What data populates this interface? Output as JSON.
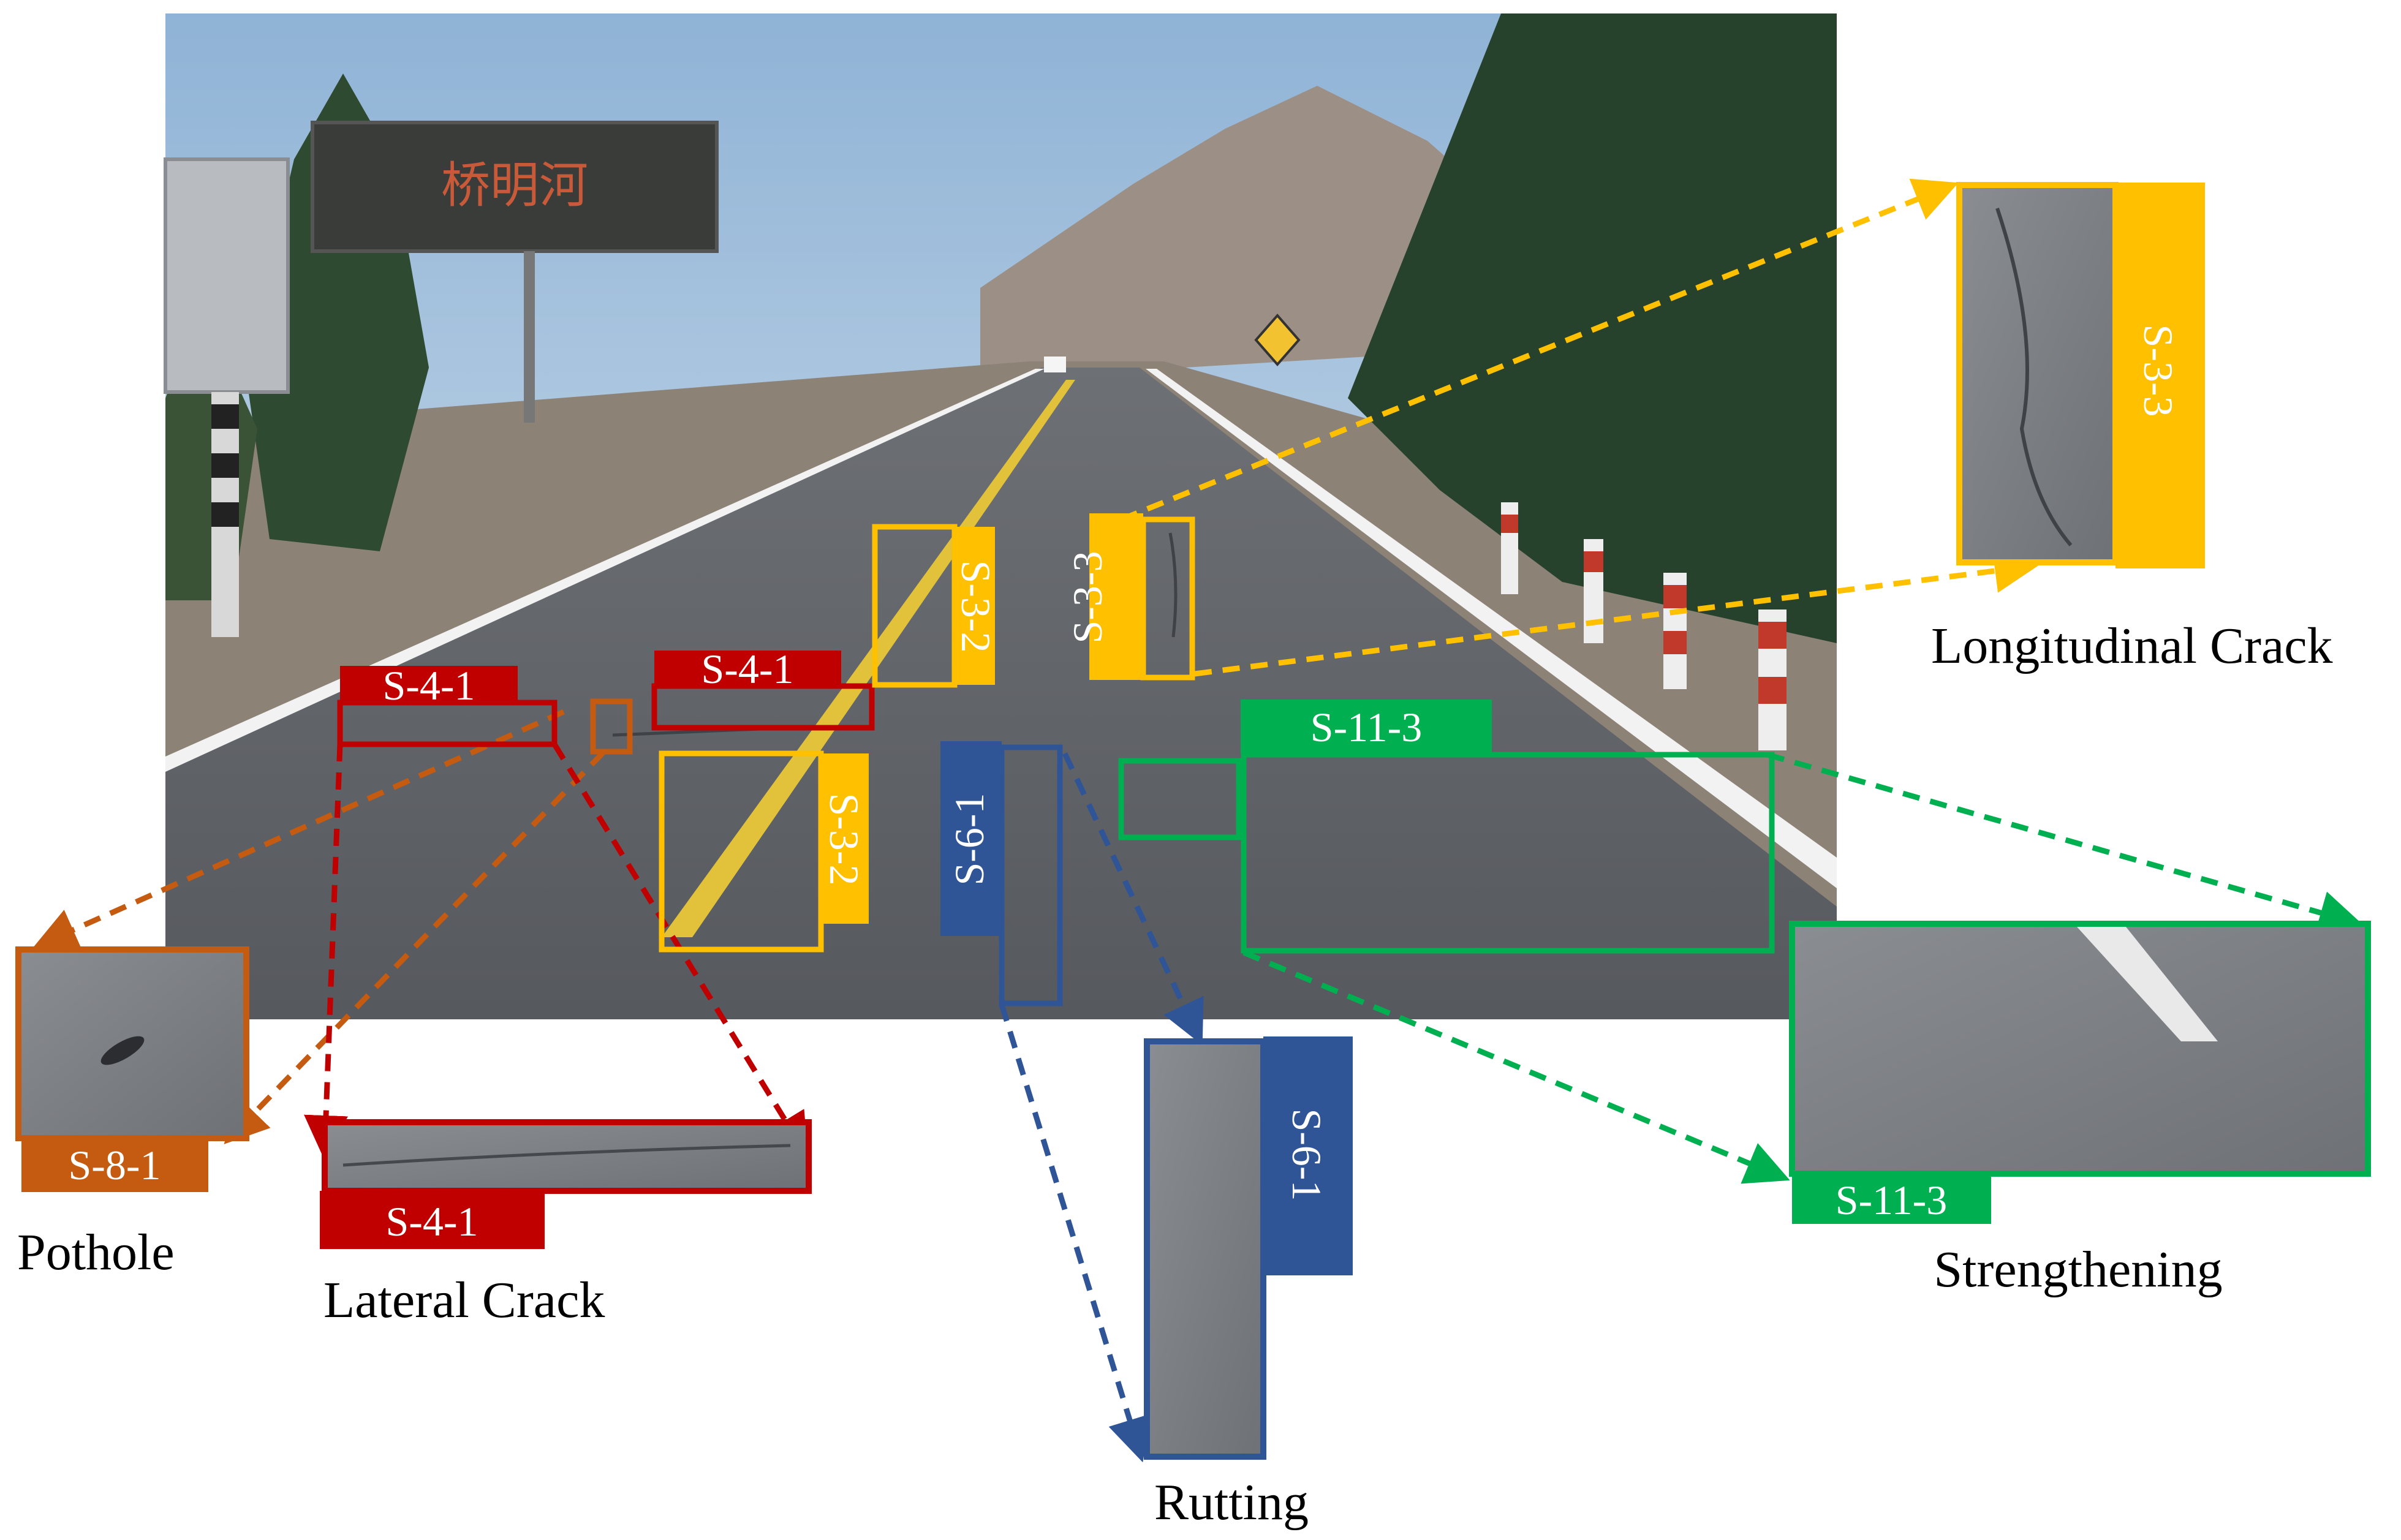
{
  "colors": {
    "orange": "#c55a11",
    "red": "#c00000",
    "yellow": "#ffc000",
    "blue": "#2f5597",
    "green": "#00b050"
  },
  "scene": {
    "billboard_text": "桥明河",
    "description_icon": "road-photo"
  },
  "tags": {
    "pothole": "S-8-1",
    "lateral": "S-4-1",
    "longitudinal_a": "S-3-2",
    "longitudinal_b": "S-3-3",
    "rutting": "S-6-1",
    "strengthening": "S-11-3"
  },
  "captions": {
    "pothole": "Pothole",
    "lateral": "Lateral  Crack",
    "longitudinal": "Longitudinal  Crack",
    "rutting": "Rutting",
    "strengthening": "Strengthening"
  }
}
